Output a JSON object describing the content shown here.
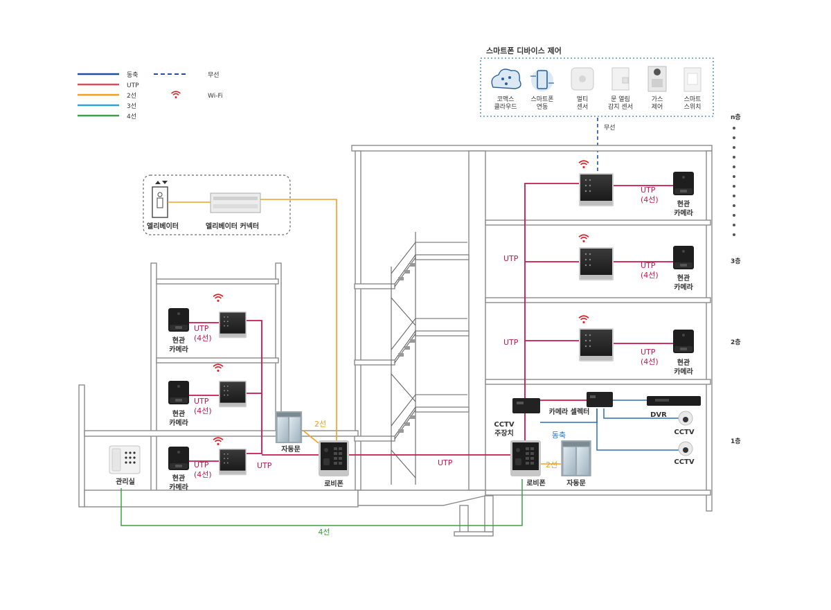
{
  "legend": {
    "items": [
      {
        "label": "동축",
        "color": "#1f4f9c"
      },
      {
        "label": "UTP",
        "color": "#e04a5a"
      },
      {
        "label": "2선",
        "color": "#f0a020"
      },
      {
        "label": "3선",
        "color": "#2aa3d8"
      },
      {
        "label": "4선",
        "color": "#3aa040"
      }
    ],
    "wireless_label": "무선",
    "wifi_label": "Wi-Fi"
  },
  "smart_panel": {
    "title": "스마트폰 디바이스 제어",
    "devices": [
      {
        "line1": "코맥스",
        "line2": "클라우드",
        "icon": "cloud-icon"
      },
      {
        "line1": "스마트폰",
        "line2": "연동",
        "icon": "smartphone-icon"
      },
      {
        "line1": "멀티",
        "line2": "센서",
        "icon": "multi-sensor-icon"
      },
      {
        "line1": "문 열림",
        "line2": "감지 센서",
        "icon": "door-sensor-icon"
      },
      {
        "line1": "가스",
        "line2": "제어",
        "icon": "gas-valve-icon"
      },
      {
        "line1": "스마트",
        "line2": "스위치",
        "icon": "smart-switch-icon"
      }
    ],
    "wireless_label": "무선"
  },
  "elevator": {
    "elevator_label": "엘리베이터",
    "connector_label": "엘리베이터 커넥터"
  },
  "floors": {
    "n": "n층",
    "f3": "3층",
    "f2": "2층",
    "f1": "1층"
  },
  "labels": {
    "utp": "UTP",
    "four_wire_paren": "(4선)",
    "camera_line1": "현관",
    "camera_line2": "카메라",
    "two_wire": "2선",
    "four_wire": "4선",
    "coax": "동축",
    "auto_door": "자동문",
    "lobby_phone": "로비폰",
    "office": "관리실",
    "cctv_main_1": "CCTV",
    "cctv_main_2": "주장치",
    "camera_selector": "카메라 셀렉터",
    "dvr": "DVR",
    "cctv": "CCTV"
  }
}
